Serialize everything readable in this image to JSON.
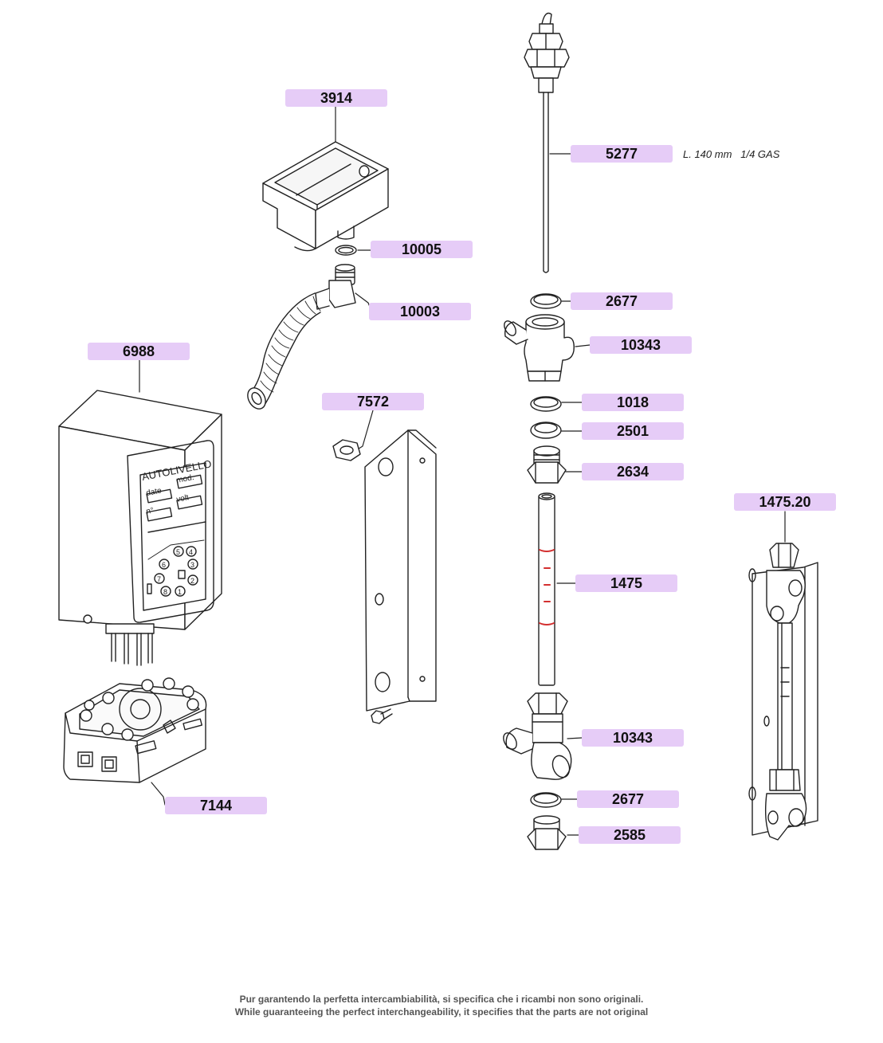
{
  "labels": {
    "p3914": "3914",
    "p10005": "10005",
    "p10003": "10003",
    "p6988": "6988",
    "p7572": "7572",
    "p7144": "7144",
    "p5277": "5277",
    "p2677a": "2677",
    "p10343a": "10343",
    "p1018": "1018",
    "p2501": "2501",
    "p2634": "2634",
    "p1475": "1475",
    "p10343b": "10343",
    "p2677b": "2677",
    "p2585": "2585",
    "p1475_20": "1475.20"
  },
  "notes": {
    "p5277_spec": "L. 140 mm   1/4 GAS"
  },
  "controller_panel": {
    "brand": "AUTOLIVELLO",
    "field_date": "date",
    "field_mod": "mod.",
    "field_no": "n°",
    "field_volt": "volt",
    "pins": [
      "1",
      "2",
      "3",
      "4",
      "5",
      "6",
      "7",
      "8"
    ]
  },
  "footer": {
    "line_it": "Pur garantendo la perfetta intercambiabilità, si specifica che i ricambi non sono originali.",
    "line_en": "While guaranteeing the perfect interchangeability, it specifies that the parts are not original"
  },
  "colors": {
    "label_bg": "#e6ccf7",
    "line": "#222222",
    "level_mark": "#d32f2f"
  }
}
